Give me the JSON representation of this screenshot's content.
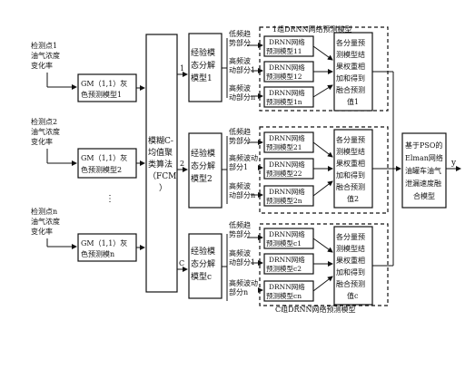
{
  "inputs": [
    {
      "label_lines": [
        "检测点1",
        "油气浓度",
        "变化率"
      ]
    },
    {
      "label_lines": [
        "检测点2",
        "油气浓度",
        "变化率"
      ]
    },
    {
      "label_lines": [
        "检测点n",
        "油气浓度",
        "变化率"
      ]
    }
  ],
  "gm_models": [
    {
      "lines": [
        "GM（1,1）灰",
        "色预测模型1"
      ]
    },
    {
      "lines": [
        "GM（1,1）灰",
        "色预测模型2"
      ]
    },
    {
      "lines": [
        "GM（1,1）灰",
        "色预测模n"
      ]
    }
  ],
  "dots_middle": "⋮",
  "fcm_lines": [
    "模糊C-",
    "均值聚",
    "类算法",
    "（FCM",
    "）"
  ],
  "branch_labels": [
    "1",
    "2",
    "C"
  ],
  "emd_blocks": [
    {
      "lines": [
        "经验模",
        "态分解",
        "模型1"
      ],
      "freq_labels": [
        [
          "低频趋",
          "势部分"
        ],
        [
          "高频波",
          "动部分1"
        ],
        [
          "高频波",
          "动部分n"
        ]
      ],
      "drnn_labels": [
        [
          "DRNN网络",
          "预测模型11"
        ],
        [
          "DRNN网络",
          "预测模型12"
        ],
        [
          "DRNN网络",
          "预测模型1n"
        ]
      ],
      "group_label": "1组DRNN网络预测模型",
      "fusion_lines": [
        "各分量预",
        "测模型结",
        "果权重相",
        "加和得到",
        "融合预测",
        "值1"
      ]
    },
    {
      "lines": [
        "经验模",
        "态分解",
        "模型2"
      ],
      "freq_labels": [
        [
          "低频趋",
          "势部分"
        ],
        [
          "高频波动",
          "部分1"
        ],
        [
          "高频波",
          "动部分n"
        ]
      ],
      "drnn_labels": [
        [
          "DRNN网络",
          "预测模型21"
        ],
        [
          "DRNN网络",
          "预测模型22"
        ],
        [
          "DRNN网络",
          "预测模型2n"
        ]
      ],
      "group_label": "",
      "fusion_lines": [
        "各分量预",
        "测模型结",
        "果权重相",
        "加和得到",
        "融合预测",
        "值2"
      ]
    },
    {
      "lines": [
        "经验模",
        "态分解",
        "模型c"
      ],
      "freq_labels": [
        [
          "低频趋",
          "势部分"
        ],
        [
          "高频波",
          "动部分1"
        ],
        [
          "高频波动",
          "部分n"
        ]
      ],
      "drnn_labels": [
        [
          "DRNN网络",
          "预测模型c1"
        ],
        [
          "DRNN网络",
          "预测模型c2"
        ],
        [
          "DRNN网络",
          "预测模型cn"
        ]
      ],
      "group_label": "C组DRNN网络预测模型",
      "fusion_lines": [
        "各分量预",
        "测模型结",
        "果权重相",
        "加和得到",
        "融合预测",
        "值c"
      ]
    }
  ],
  "elman_lines": [
    "基于PSO的",
    "Elman网络",
    "油罐车油气",
    "泄漏速度融",
    "合模型"
  ],
  "output_label": "y"
}
